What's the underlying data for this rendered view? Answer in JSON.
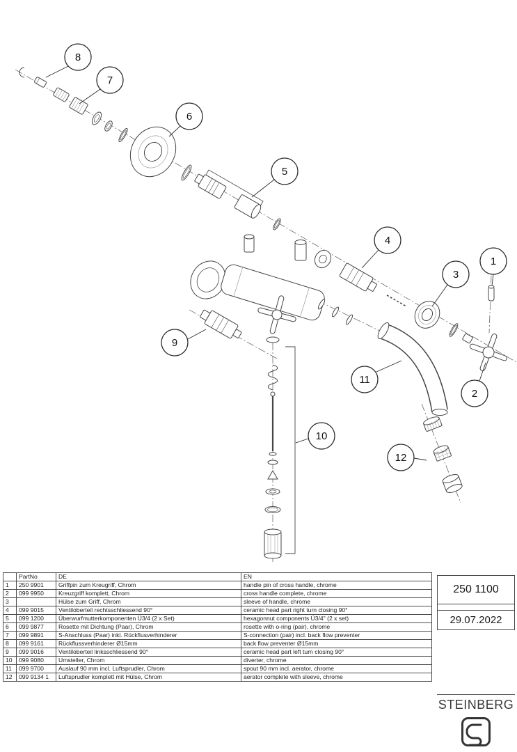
{
  "meta": {
    "doc_number": "250 1100",
    "date": "29.07.2022",
    "brand": "STEINBERG"
  },
  "callouts": [
    "1",
    "2",
    "3",
    "4",
    "5",
    "6",
    "7",
    "8",
    "9",
    "10",
    "11",
    "12"
  ],
  "table": {
    "headers": {
      "idx": "",
      "partno": "PartNo",
      "de": "DE",
      "en": "EN"
    },
    "rows": [
      {
        "idx": "1",
        "partno": "250 9901",
        "de": "Griffpin zum Kreugriff, Chrom",
        "en": "handle pin of cross handle, chrome"
      },
      {
        "idx": "2",
        "partno": "099 9950",
        "de": "Kreuzgriff komplett, Chrom",
        "en": "cross handle complete, chrome"
      },
      {
        "idx": "3",
        "partno": "",
        "de": "Hülse zum Griff, Chrom",
        "en": "sleeve of handle, chrome"
      },
      {
        "idx": "4",
        "partno": "099 9015",
        "de": "Ventiloberteil rechtsschliessend 90°",
        "en": "ceramic head part right turn closing  90°"
      },
      {
        "idx": "5",
        "partno": "099 1200",
        "de": "Überwurfmutterkomponenten Ü3/4 (2 x Set)",
        "en": "hexagonnut components Ü3/4\" (2 x set)"
      },
      {
        "idx": "6",
        "partno": "099 9877",
        "de": "Rosette mit Dichtung (Paar), Chrom",
        "en": "rosette with o-ring (pair), chrome"
      },
      {
        "idx": "7",
        "partno": "099 9891",
        "de": "S-Anschluss (Paar) inkl. Rückflusverhinderer",
        "en": "S-connection (pair) incl. back flow preventer"
      },
      {
        "idx": "8",
        "partno": "099 9161",
        "de": "Rückflussverhinderer Ø15mm",
        "en": "back flow preventer Ø15mm"
      },
      {
        "idx": "9",
        "partno": "099 9016",
        "de": "Ventiloberteil linksschliessend 90°",
        "en": "ceramic head part left turn closing 90°"
      },
      {
        "idx": "10",
        "partno": "099 9080",
        "de": "Umsteller, Chrom",
        "en": "diverter, chrome"
      },
      {
        "idx": "11",
        "partno": "099 9700",
        "de": "Auslauf 90 mm incl. Luftsprudler, Chrom",
        "en": "spout 90 mm incl. aerator, chrome"
      },
      {
        "idx": "12",
        "partno": "099 9134 1",
        "de": "Luftsprudler komplett mit Hülse, Chrom",
        "en": "aerator complete with sleeve, chrome"
      }
    ]
  }
}
